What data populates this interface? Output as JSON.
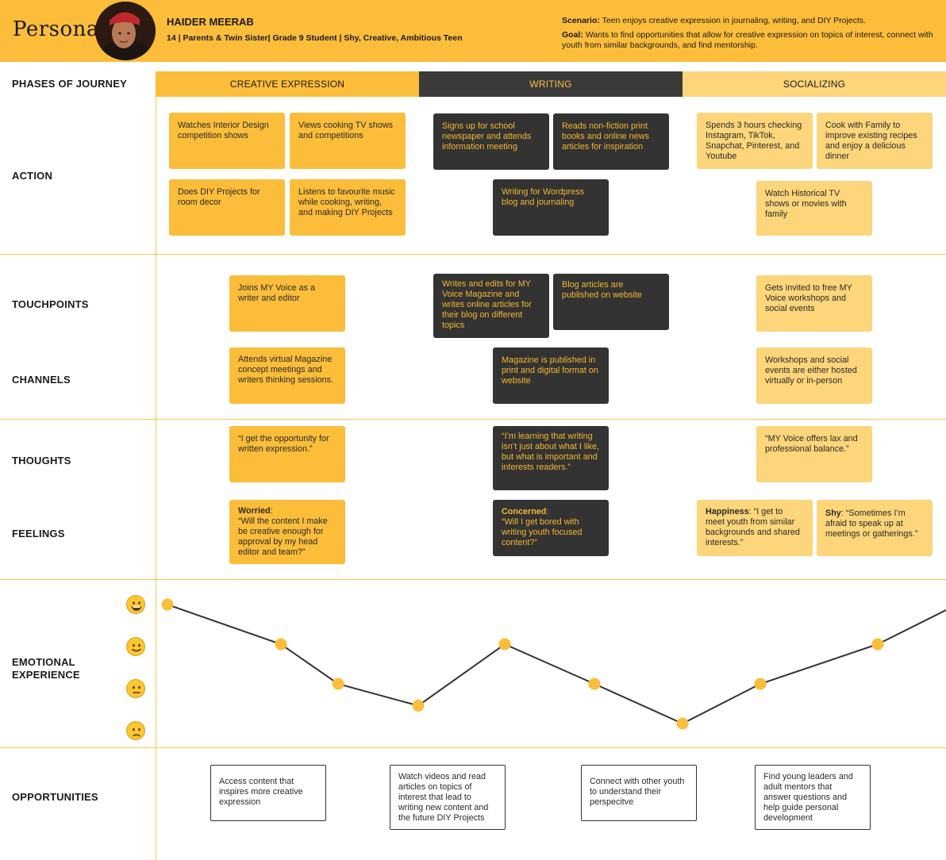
{
  "header": {
    "title": "Persona",
    "name": "HAIDER MEERAB",
    "info": "14 | Parents & Twin Sister| Grade 9 Student | Shy, Creative, Ambitious Teen",
    "scenario_label": "Scenario:",
    "scenario_text": "Teen enjoys creative expression in journaling, writing, and DIY Projects.",
    "goal_label": "Goal:",
    "goal_text": "Wants to find opportunities that allow for creative expression on topics of interest, connect with youth from similar backgrounds, and find mentorship."
  },
  "rows": {
    "phases": "PHASES OF JOURNEY",
    "action": "ACTION",
    "touchpoints": "TOUCHPOINTS",
    "channels": "CHANNELS",
    "thoughts": "THOUGHTS",
    "feelings": "FEELINGS",
    "emotional": "EMOTIONAL EXPERIENCE",
    "opportunities": "OPPORTUNITIES"
  },
  "phases": [
    "CREATIVE EXPRESSION",
    "WRITING",
    "SOCIALIZING"
  ],
  "actions": [
    "Watches Interior Design competition shows",
    "Views cooking TV shows and competitions",
    "Does DIY Projects for room decor",
    "Listens to favourite music while cooking, writing, and making DIY Projects",
    "Signs up for school newspaper and attends information meeting",
    "Reads non-fiction print books and online news articles for inspiration",
    "Writing for Wordpress blog and journaling",
    "Spends 3 hours checking Instagram, TikTok, Snapchat, Pinterest, and Youtube",
    "Cook with Family to improve existing recipes and enjoy a delicious dinner",
    "Watch Historical TV shows or movies with family"
  ],
  "touchpoints": [
    "Joins MY Voice as a writer and editor",
    "Writes and edits for MY Voice Magazine and writes online articles for their blog on different topics",
    "Blog articles are published on website",
    "Gets invited to free MY Voice workshops and social events"
  ],
  "channels": [
    "Attends virtual Magazine concept meetings and writers thinking sessions.",
    "Magazine is published in print and digital format on website",
    "Workshops and social events are either hosted virtually or in-person"
  ],
  "thoughts": [
    "“I get the opportunity for written expression.”",
    "“I’m learning that writing isn’t just about what I like, but what is important and interests readers.”",
    "“MY Voice offers lax and professional balance.”"
  ],
  "feelings": [
    {
      "label": "Worried",
      "sep": ":",
      "text": "“Will the content I make be creative enough for approval by my head editor and team?”"
    },
    {
      "label": "Concerned",
      "sep": ":",
      "text": "“Will I get bored with writing youth focused content?”"
    },
    {
      "label": "Happiness",
      "sep": ":",
      "text": " “I get to meet youth from similar backgrounds and shared interests.”"
    },
    {
      "label": "Shy",
      "sep": ":",
      "text": " “Sometimes I’m afraid to speak up at meetings or gatherings.”"
    }
  ],
  "opportunities": [
    "Access content that inspires more creative expression",
    "Watch videos and read articles on topics of interest that lead to writing new content and the future DIY Projects",
    "Connect with other youth to understand their perspecitve",
    "Find young leaders and adult mentors that answer questions and help guide personal development"
  ],
  "emotion_scale": [
    "grinning",
    "smiling",
    "neutral",
    "frowning"
  ],
  "chart_data": {
    "type": "line",
    "levels": [
      "grinning",
      "smiling",
      "neutral",
      "frowning"
    ],
    "ylim": [
      0,
      3
    ],
    "points": [
      3,
      2,
      1,
      0.45,
      2,
      1,
      0,
      1,
      2,
      3
    ],
    "line_color": "#333333",
    "marker_color": "#fbbd3a"
  },
  "colors": {
    "accent": "#fbbd3a",
    "accent_light": "#fdd57a",
    "dark": "#333333"
  }
}
